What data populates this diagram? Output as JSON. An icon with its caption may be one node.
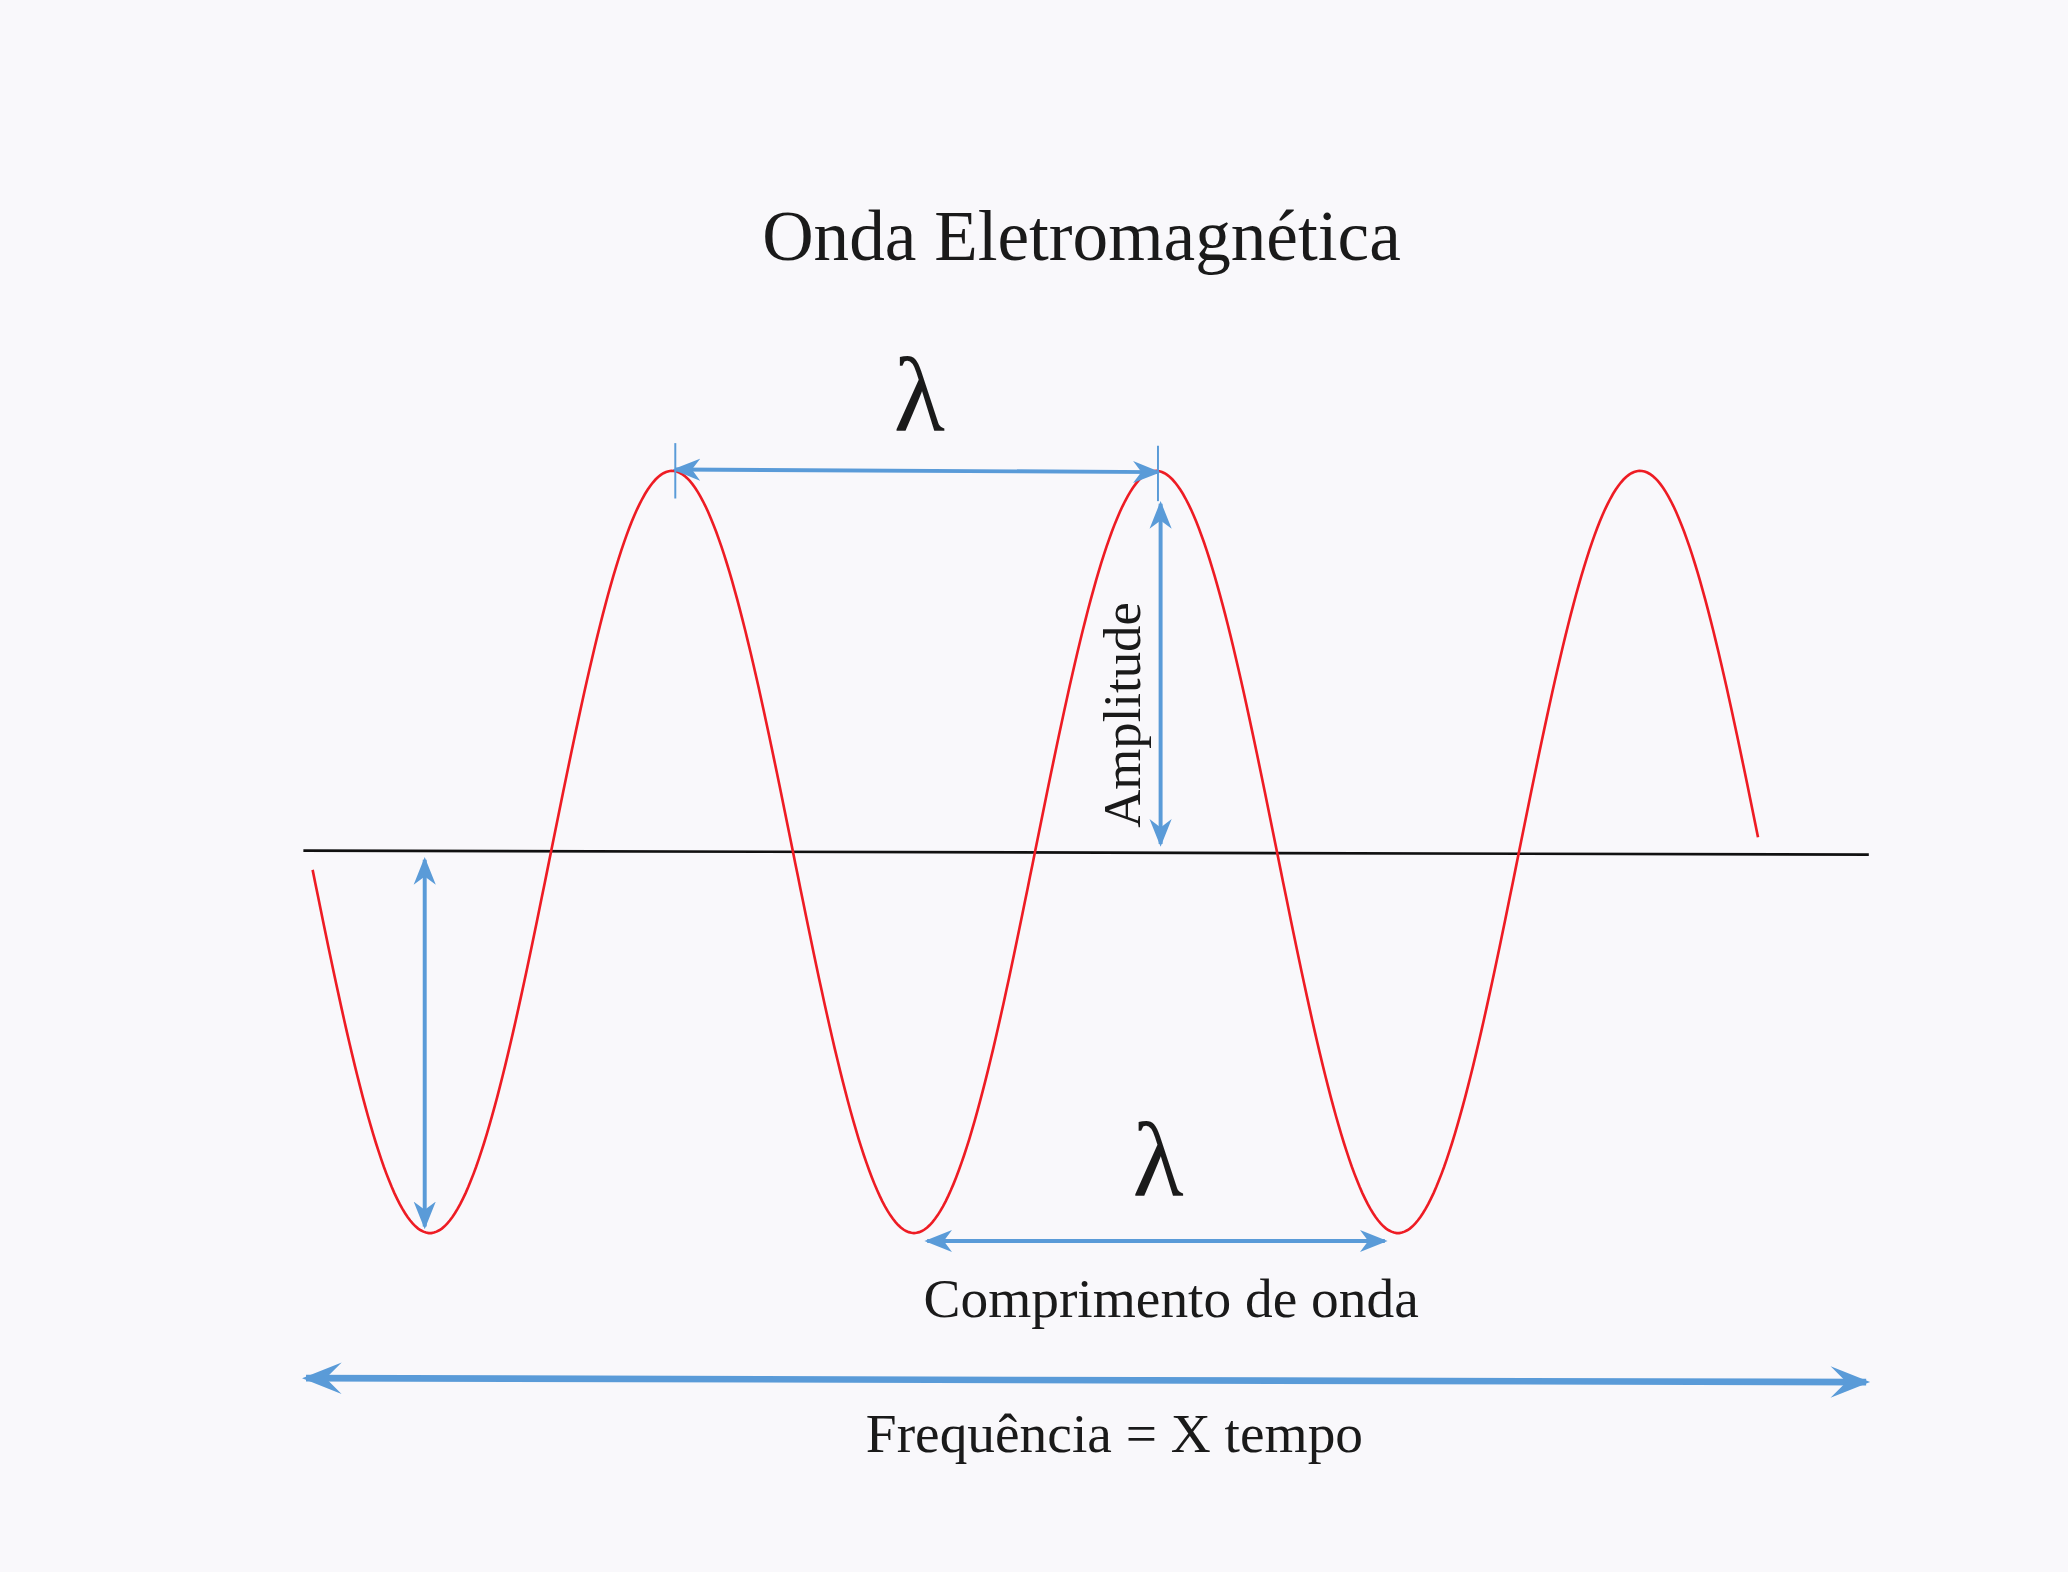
{
  "diagram": {
    "title": "Onda Eletromagnética",
    "labels": [
      "λ",
      "Amplitude",
      "λ",
      "Comprimento de onda",
      "Frequência = X tempo"
    ]
  }
}
